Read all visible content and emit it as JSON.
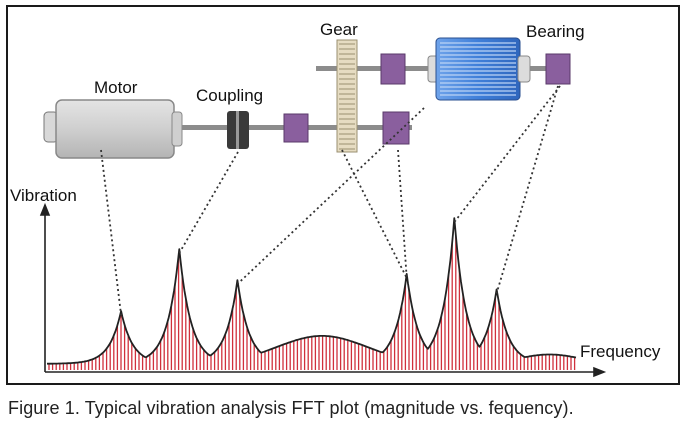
{
  "labels": {
    "motor": "Motor",
    "coupling": "Coupling",
    "gear": "Gear",
    "bearing": "Bearing",
    "y_axis": "Vibration",
    "x_axis": "Frequency"
  },
  "caption": "Figure 1. Typical vibration analysis FFT plot (magnitude vs. fequency).",
  "colors": {
    "motor_body": "#cfcfcf",
    "coupling": "#3a3a3a",
    "bearing_block": "#8a5f9e",
    "gear": "#e6dcc2",
    "generator": "#3f7fd9",
    "spectrum_bars": "#d0303c",
    "envelope": "#222222"
  },
  "chart_data": {
    "type": "area",
    "title": "",
    "xlabel": "Frequency",
    "ylabel": "Vibration",
    "peaks": [
      {
        "component": "Motor",
        "x": 0.14,
        "y": 0.38
      },
      {
        "component": "Coupling",
        "x": 0.25,
        "y": 0.78
      },
      {
        "component": "Gear shaft",
        "x": 0.36,
        "y": 0.58
      },
      {
        "component": "Gear",
        "x": 0.68,
        "y": 0.62
      },
      {
        "component": "Bearing",
        "x": 0.77,
        "y": 0.98
      },
      {
        "component": "Bearing",
        "x": 0.85,
        "y": 0.52
      }
    ]
  }
}
